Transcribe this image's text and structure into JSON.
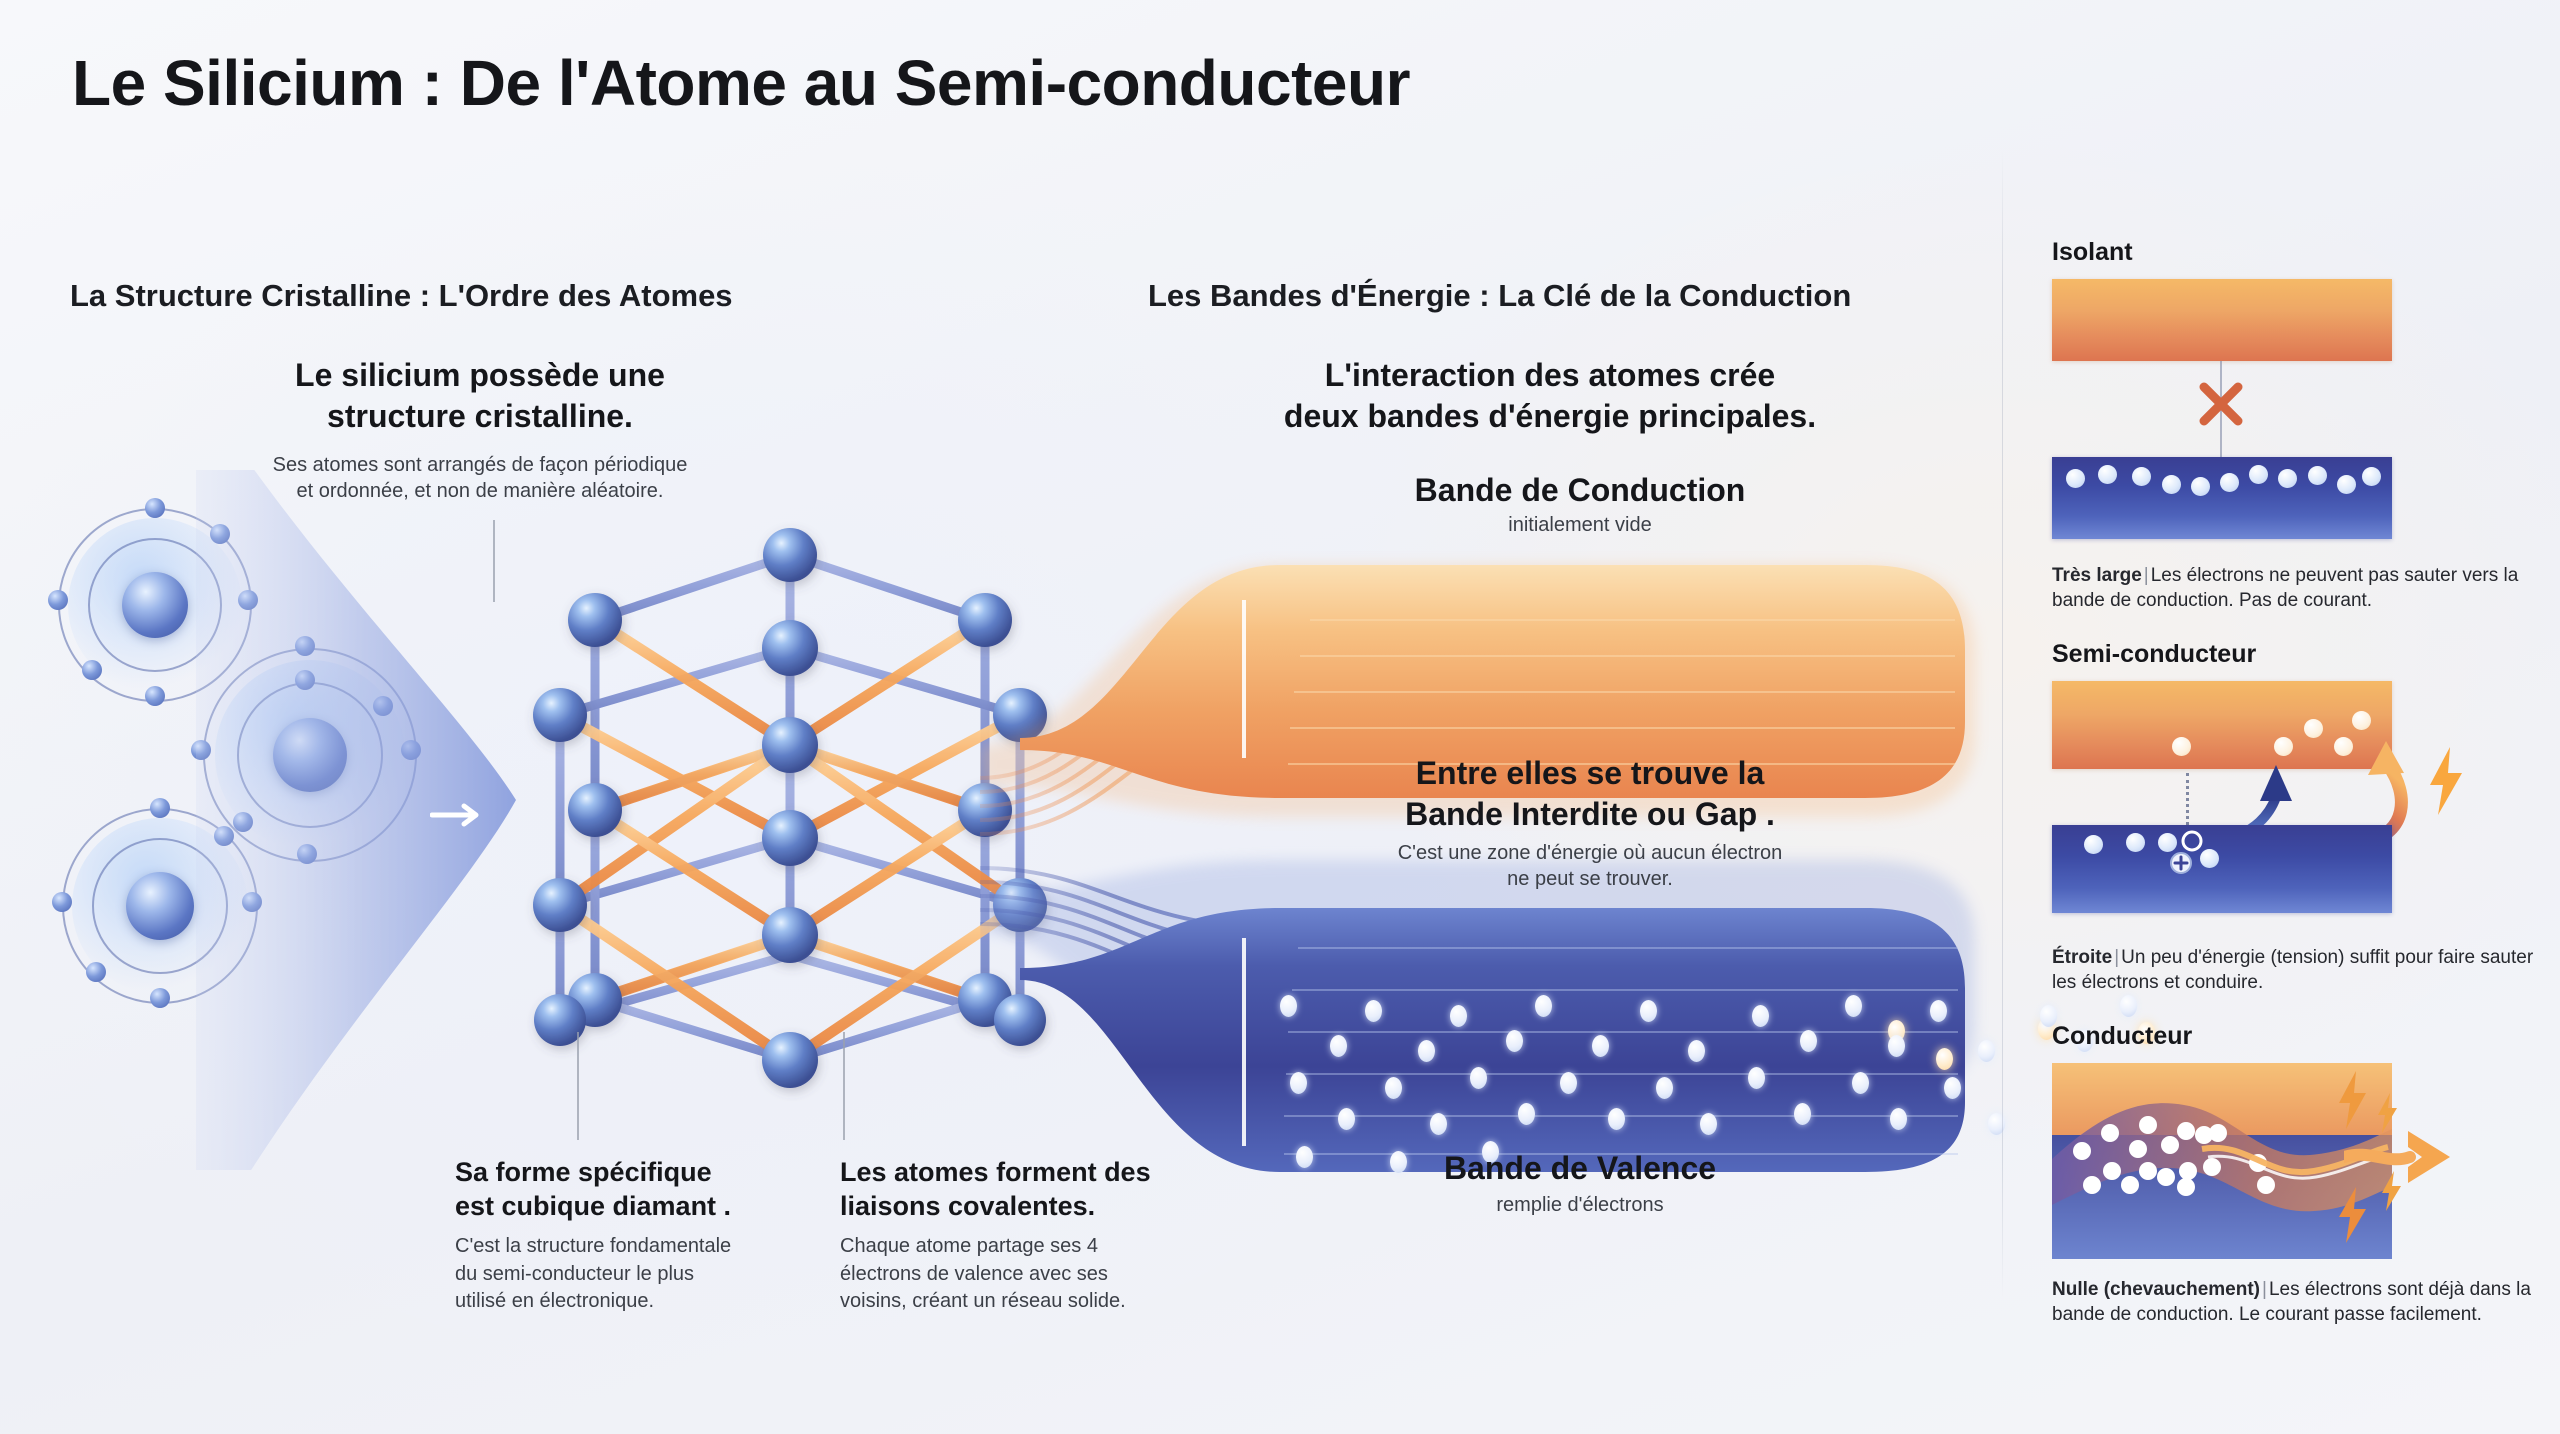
{
  "title": "Le Silicium : De l'Atome au Semi-conducteur",
  "sections": {
    "left": {
      "heading": "La Structure Cristalline : L'Ordre des Atomes",
      "intro": {
        "title_line1": "Le silicium possède une",
        "title_line2": "structure cristalline.",
        "sub_line1": "Ses atomes sont arrangés de façon périodique",
        "sub_line2": "et ordonnée, et non de manière aléatoire."
      },
      "captions": [
        {
          "title_line1": "Sa forme spécifique",
          "title_line2": "est  cubique diamant  .",
          "sub_line1": "C'est la structure fondamentale",
          "sub_line2": "du semi-conducteur le plus",
          "sub_line3": "utilisé en électronique."
        },
        {
          "title_line1": "Les atomes forment des",
          "title_line2": "liaisons covalentes.",
          "sub_line1": "Chaque atome partage ses 4",
          "sub_line2": "électrons de valence avec ses",
          "sub_line3": "voisins, créant un réseau solide."
        }
      ]
    },
    "right": {
      "heading": "Les Bandes d'Énergie : La Clé de la Conduction",
      "intro": {
        "title_line1": "L'interaction des atomes crée",
        "title_line2": "deux bandes d'énergie principales."
      },
      "conduction_band": {
        "label": "Bande de Conduction",
        "sub": "initialement vide"
      },
      "gap": {
        "title_line1": "Entre elles se trouve la",
        "title_line2": "Bande Interdite  ou  Gap  .",
        "sub_line1": "C'est une zone d'énergie où aucun électron",
        "sub_line2": "ne peut se trouver."
      },
      "valence_band": {
        "label": "Bande de Valence",
        "sub": "remplie d'électrons"
      }
    }
  },
  "sidebar": {
    "panels": [
      {
        "title": "Isolant",
        "gap_label": "Très large",
        "separator": "|",
        "caption_line1": "Les électrons ne peuvent pas sauter",
        "caption_line2": "vers la bande de conduction. Pas de courant.",
        "blocked_icon": "cross-icon"
      },
      {
        "title": "Semi-conducteur",
        "gap_label": "Étroite",
        "separator": "|",
        "caption_line1": "Un peu d'énergie (tension) suffit",
        "caption_line2": "pour faire sauter les électrons et conduire.",
        "energy_icon": "lightning-bolt-icon",
        "jump_icon": "up-arrow-icon",
        "hole_icon": "hole-plus-icon"
      },
      {
        "title": "Conducteur",
        "gap_label": "Nulle (chevauchement)",
        "separator": "|",
        "caption_line1": "Les électrons",
        "caption_line2": "sont déjà dans la bande de conduction. Le",
        "caption_line3": "courant passe facilement.",
        "flow_icon": "current-flow-arrow-icon",
        "energy_icon": "lightning-bolt-icon"
      }
    ]
  },
  "colors": {
    "conduction_band": "#ee9a5f",
    "valence_band": "#3f4aa0",
    "accent_orange": "#f5a04a",
    "accent_blue": "#5a72c8",
    "background": "#f2f3f7",
    "text": "#15161a"
  },
  "chart_data": {
    "type": "diagram",
    "title": "Bandes d'énergie du silicium",
    "bands": [
      {
        "name": "Bande de Conduction",
        "state": "initialement vide",
        "electrons": 4,
        "color": "#ee9a5f"
      },
      {
        "name": "Bande Interdite (Gap)",
        "state": "aucun électron",
        "electrons": 0
      },
      {
        "name": "Bande de Valence",
        "state": "remplie d'électrons",
        "electrons": 40,
        "color": "#3f4aa0"
      }
    ],
    "materials": [
      {
        "name": "Isolant",
        "gap": "Très large",
        "conducts": false
      },
      {
        "name": "Semi-conducteur",
        "gap": "Étroite",
        "conducts": "avec énergie"
      },
      {
        "name": "Conducteur",
        "gap": "Nulle (chevauchement)",
        "conducts": true
      }
    ]
  }
}
